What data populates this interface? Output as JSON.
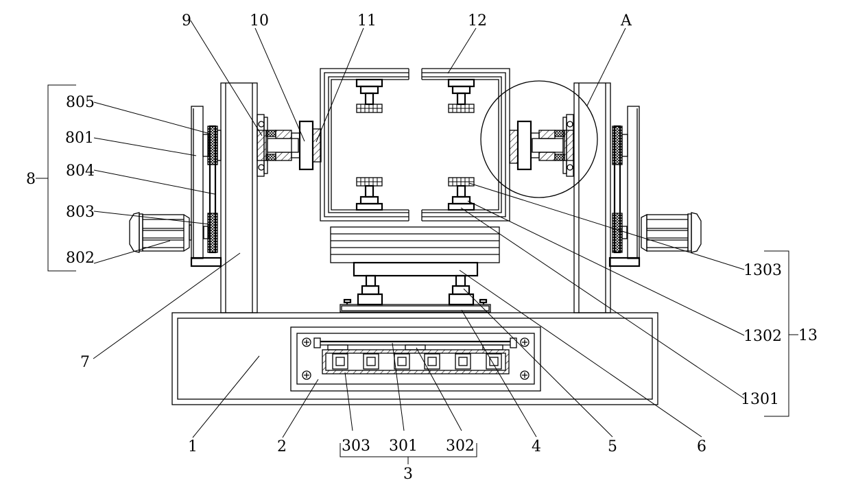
{
  "title": "Mechanical assembly drawing with reference numerals",
  "colors": {
    "line": "#000000",
    "background": "#ffffff"
  },
  "labels": {
    "n1": "1",
    "n2": "2",
    "n3": "3",
    "n301": "301",
    "n302": "302",
    "n303": "303",
    "n4": "4",
    "n5": "5",
    "n6": "6",
    "n7": "7",
    "n8": "8",
    "n801": "801",
    "n802": "802",
    "n803": "803",
    "n804": "804",
    "n805": "805",
    "n9": "9",
    "n10": "10",
    "n11": "11",
    "n12": "12",
    "n13": "13",
    "n1301": "1301",
    "n1302": "1302",
    "n1303": "1303",
    "detailA": "A"
  },
  "groups": {
    "group8": [
      "801",
      "802",
      "803",
      "804",
      "805"
    ],
    "group3": [
      "301",
      "302",
      "303"
    ],
    "group13": [
      "1301",
      "1302",
      "1303"
    ]
  }
}
